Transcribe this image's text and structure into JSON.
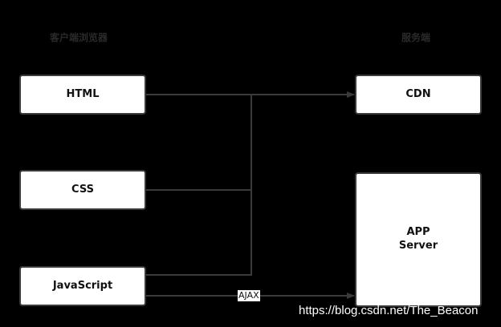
{
  "columns": {
    "client_title": "客户端浏览器",
    "server_title": "服务端"
  },
  "nodes": {
    "html": "HTML",
    "css": "CSS",
    "javascript": "JavaScript",
    "cdn": "CDN",
    "app_server_line1": "APP",
    "app_server_line2": "Server"
  },
  "edges": {
    "ajax_label": "AJAX"
  },
  "watermark": "https://blog.csdn.net/The_Beacon",
  "colors": {
    "background": "#000000",
    "box_fill": "#ffffff",
    "box_border": "#3a3a3a",
    "connector": "#3a3a3a"
  }
}
